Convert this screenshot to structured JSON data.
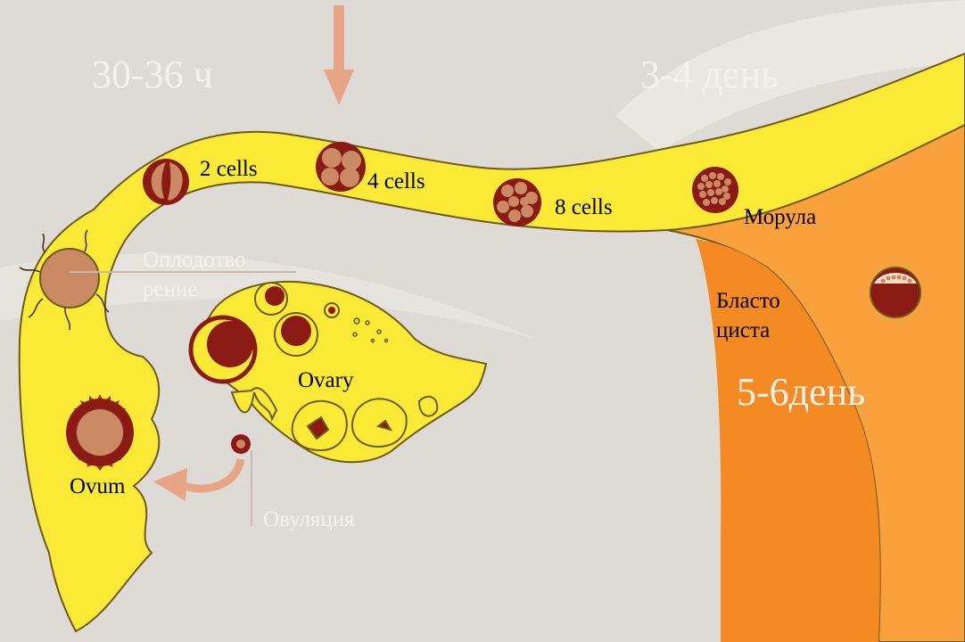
{
  "colors": {
    "background": "#dedad5",
    "tube_fill": "#fbea35",
    "uterus_fill": "#f9a13d",
    "uterus_cavity": "#f38a22",
    "cell_brown": "#c98a64",
    "cell_dark": "#8b1a14",
    "arrow": "#e8a585",
    "outline": "#6e5a1c"
  },
  "labels": {
    "time_early": "30-36 ч",
    "time_mid": "3-4 день",
    "time_late": "5-6день",
    "two_cells": "2 cells",
    "four_cells": "4 cells",
    "eight_cells": "8 cells",
    "morula": "Морула",
    "fertilization": "Оплодотво\nрение",
    "blastocyst": "Бласто\nциста",
    "ovary": "Ovary",
    "ovum": "Ovum",
    "ovulation": "Овуляция"
  },
  "icons": {
    "down_arrow": "down-arrow-icon",
    "ovulation_arrow": "curved-arrow-icon"
  }
}
